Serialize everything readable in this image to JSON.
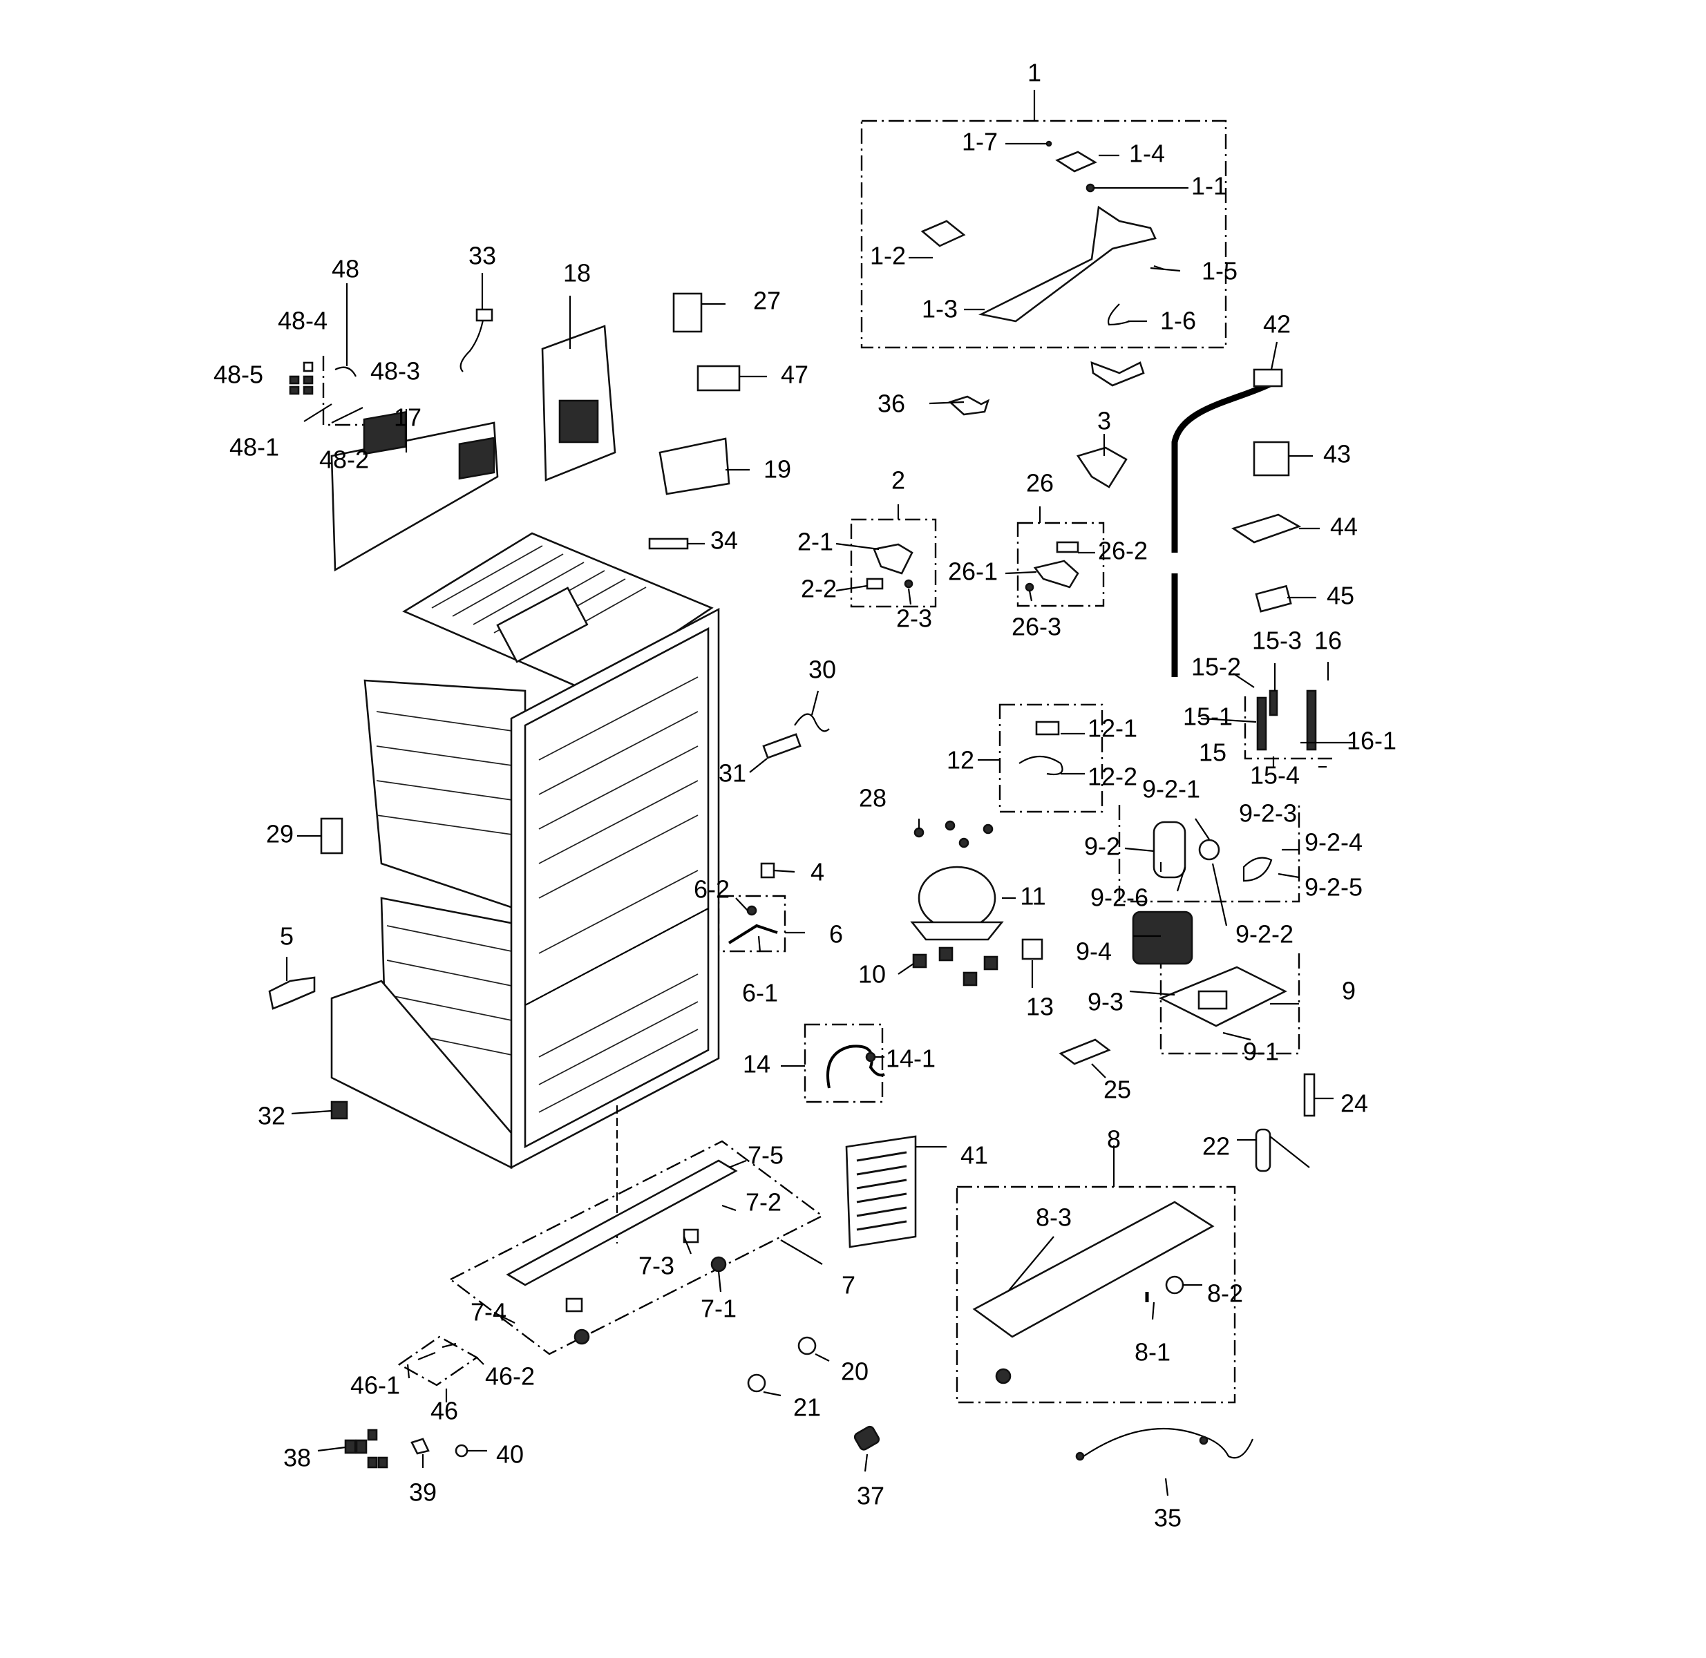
{
  "labels": {
    "1": "1",
    "1_1": "1-1",
    "1_2": "1-2",
    "1_3": "1-3",
    "1_4": "1-4",
    "1_5": "1-5",
    "1_6": "1-6",
    "1_7": "1-7",
    "2": "2",
    "2_1": "2-1",
    "2_2": "2-2",
    "2_3": "2-3",
    "3": "3",
    "4": "4",
    "5": "5",
    "6": "6",
    "6_1": "6-1",
    "6_2": "6-2",
    "7": "7",
    "7_1": "7-1",
    "7_2": "7-2",
    "7_3": "7-3",
    "7_4": "7-4",
    "7_5": "7-5",
    "8": "8",
    "8_1": "8-1",
    "8_2": "8-2",
    "8_3": "8-3",
    "9": "9",
    "9_1": "9-1",
    "9_2": "9-2",
    "9_2_1": "9-2-1",
    "9_2_2": "9-2-2",
    "9_2_3": "9-2-3",
    "9_2_4": "9-2-4",
    "9_2_5": "9-2-5",
    "9_2_6": "9-2-6",
    "9_3": "9-3",
    "9_4": "9-4",
    "10": "10",
    "11": "11",
    "12": "12",
    "12_1": "12-1",
    "12_2": "12-2",
    "13": "13",
    "14": "14",
    "14_1": "14-1",
    "15": "15",
    "15_1": "15-1",
    "15_2": "15-2",
    "15_3": "15-3",
    "15_4": "15-4",
    "16": "16",
    "16_1": "16-1",
    "17": "17",
    "18": "18",
    "19": "19",
    "20": "20",
    "21": "21",
    "22": "22",
    "24": "24",
    "25": "25",
    "26": "26",
    "26_1": "26-1",
    "26_2": "26-2",
    "26_3": "26-3",
    "27": "27",
    "28": "28",
    "29": "29",
    "30": "30",
    "31": "31",
    "32": "32",
    "33": "33",
    "34": "34",
    "35": "35",
    "36": "36",
    "37": "37",
    "38": "38",
    "39": "39",
    "40": "40",
    "41": "41",
    "42": "42",
    "43": "43",
    "44": "44",
    "45": "45",
    "46": "46",
    "46_1": "46-1",
    "46_2": "46-2",
    "47": "47",
    "48": "48",
    "48_1": "48-1",
    "48_2": "48-2",
    "48_3": "48-3",
    "48_4": "48-4",
    "48_5": "48-5"
  }
}
